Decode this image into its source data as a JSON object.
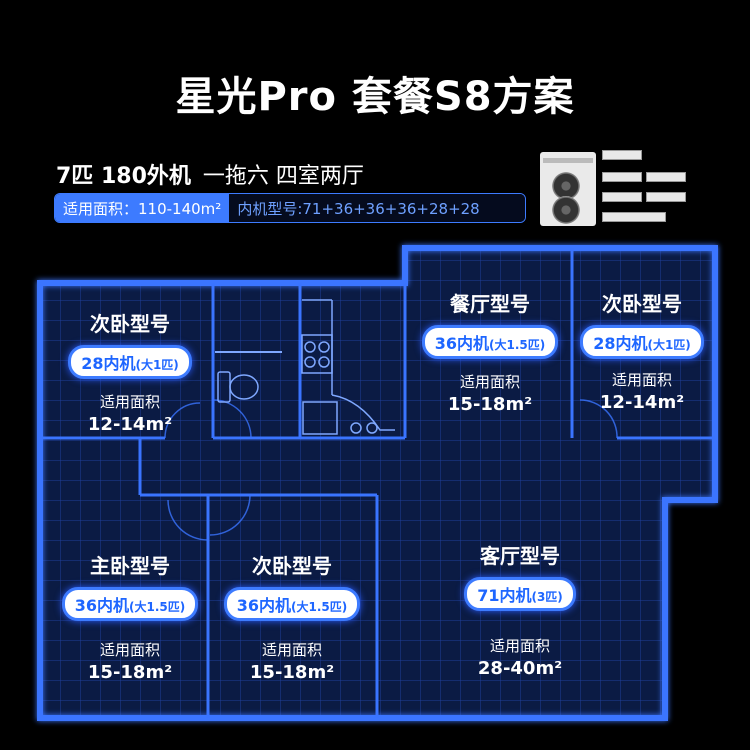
{
  "title": "星光Pro 套餐S8方案",
  "spec": {
    "headline": "7匹  180外机",
    "detail": "一拖六 四室两厅",
    "area": "适用面积：110-140m²",
    "models": "内机型号:71+36+36+36+28+28"
  },
  "rooms": [
    {
      "name": "次卧型号",
      "unit": "28内机",
      "unit_note": "(大1匹)",
      "area_label": "适用面积",
      "area": "12-14m²"
    },
    {
      "name": "餐厅型号",
      "unit": "36内机",
      "unit_note": "(大1.5匹)",
      "area_label": "适用面积",
      "area": "15-18m²"
    },
    {
      "name": "次卧型号",
      "unit": "28内机",
      "unit_note": "(大1匹)",
      "area_label": "适用面积",
      "area": "12-14m²"
    },
    {
      "name": "主卧型号",
      "unit": "36内机",
      "unit_note": "(大1.5匹)",
      "area_label": "适用面积",
      "area": "15-18m²"
    },
    {
      "name": "次卧型号",
      "unit": "36内机",
      "unit_note": "(大1.5匹)",
      "area_label": "适用面积",
      "area": "15-18m²"
    },
    {
      "name": "客厅型号",
      "unit": "71内机",
      "unit_note": "(3匹)",
      "area_label": "适用面积",
      "area": "28-40m²"
    }
  ],
  "colors": {
    "background": "#000000",
    "accent": "#3d7bff",
    "wall": "#3a74ff",
    "floor": "#0b1b44",
    "pill_text": "#1e66ff"
  }
}
